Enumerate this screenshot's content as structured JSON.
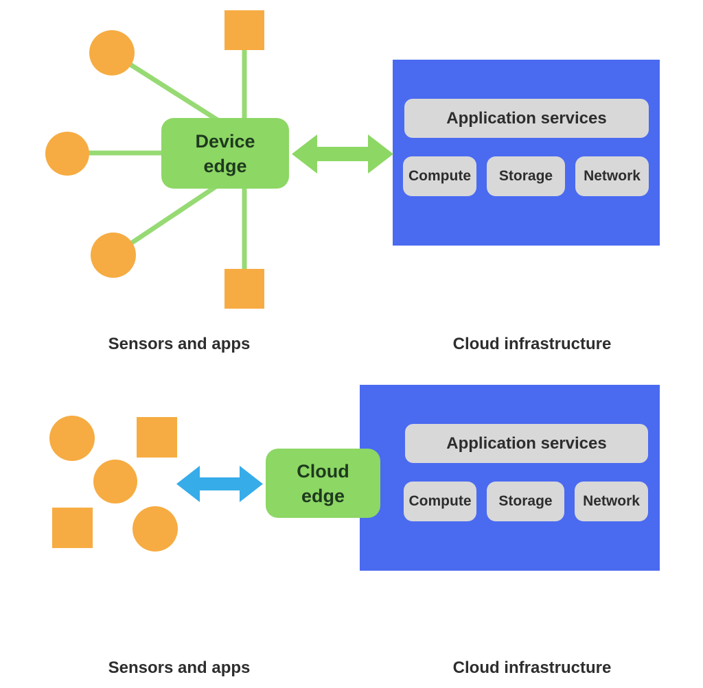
{
  "diagram": {
    "top": {
      "edge_node": {
        "label_line1": "Device",
        "label_line2": "edge"
      },
      "sensors_label": "Sensors and apps",
      "cloud_label": "Cloud infrastructure",
      "cloud_box": {
        "app_services": "Application services",
        "resources": [
          "Compute",
          "Storage",
          "Network"
        ]
      },
      "connector_icon": "green-double-arrow-icon"
    },
    "bottom": {
      "edge_node": {
        "label_line1": "Cloud",
        "label_line2": "edge"
      },
      "sensors_label": "Sensors and apps",
      "cloud_label": "Cloud infrastructure",
      "cloud_box": {
        "app_services": "Application services",
        "resources": [
          "Compute",
          "Storage",
          "Network"
        ]
      },
      "connector_icon": "blue-double-arrow-icon"
    }
  },
  "colors": {
    "orange": "#F6AC42",
    "green": "#8DD765",
    "line_green": "#97DA74",
    "blue_box": "#4A6AF0",
    "gray_box": "#D8D8D8",
    "blue_arrow": "#36ACE9",
    "dark_green_text": "#1E3A1E",
    "dark_text": "#2D2D2D"
  }
}
